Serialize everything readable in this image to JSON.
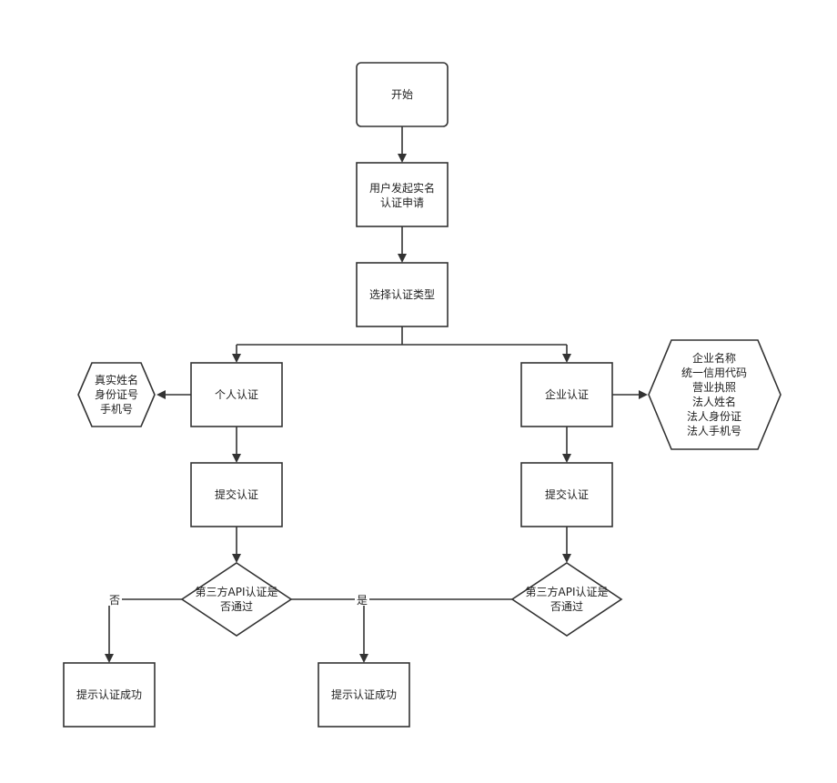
{
  "diagram": {
    "nodes": {
      "start": {
        "lines": [
          "开始"
        ]
      },
      "apply": {
        "lines": [
          "用户发起实名",
          "认证申请"
        ]
      },
      "choose_type": {
        "lines": [
          "选择认证类型"
        ]
      },
      "personal": {
        "lines": [
          "个人认证"
        ]
      },
      "enterprise": {
        "lines": [
          "企业认证"
        ]
      },
      "personal_fields": {
        "lines": [
          "真实姓名",
          "身份证号",
          "手机号"
        ]
      },
      "enterprise_fields": {
        "lines": [
          "企业名称",
          "统一信用代码",
          "营业执照",
          "法人姓名",
          "法人身份证",
          "法人手机号"
        ]
      },
      "personal_submit": {
        "lines": [
          "提交认证"
        ]
      },
      "enterprise_submit": {
        "lines": [
          "提交认证"
        ]
      },
      "personal_check": {
        "lines": [
          "第三方API认证是",
          "否通过"
        ]
      },
      "enterprise_check": {
        "lines": [
          "第三方API认证是",
          "否通过"
        ]
      },
      "result_left": {
        "lines": [
          "提示认证成功"
        ]
      },
      "result_middle": {
        "lines": [
          "提示认证成功"
        ]
      }
    },
    "edge_labels": {
      "no": "否",
      "yes": "是"
    }
  }
}
